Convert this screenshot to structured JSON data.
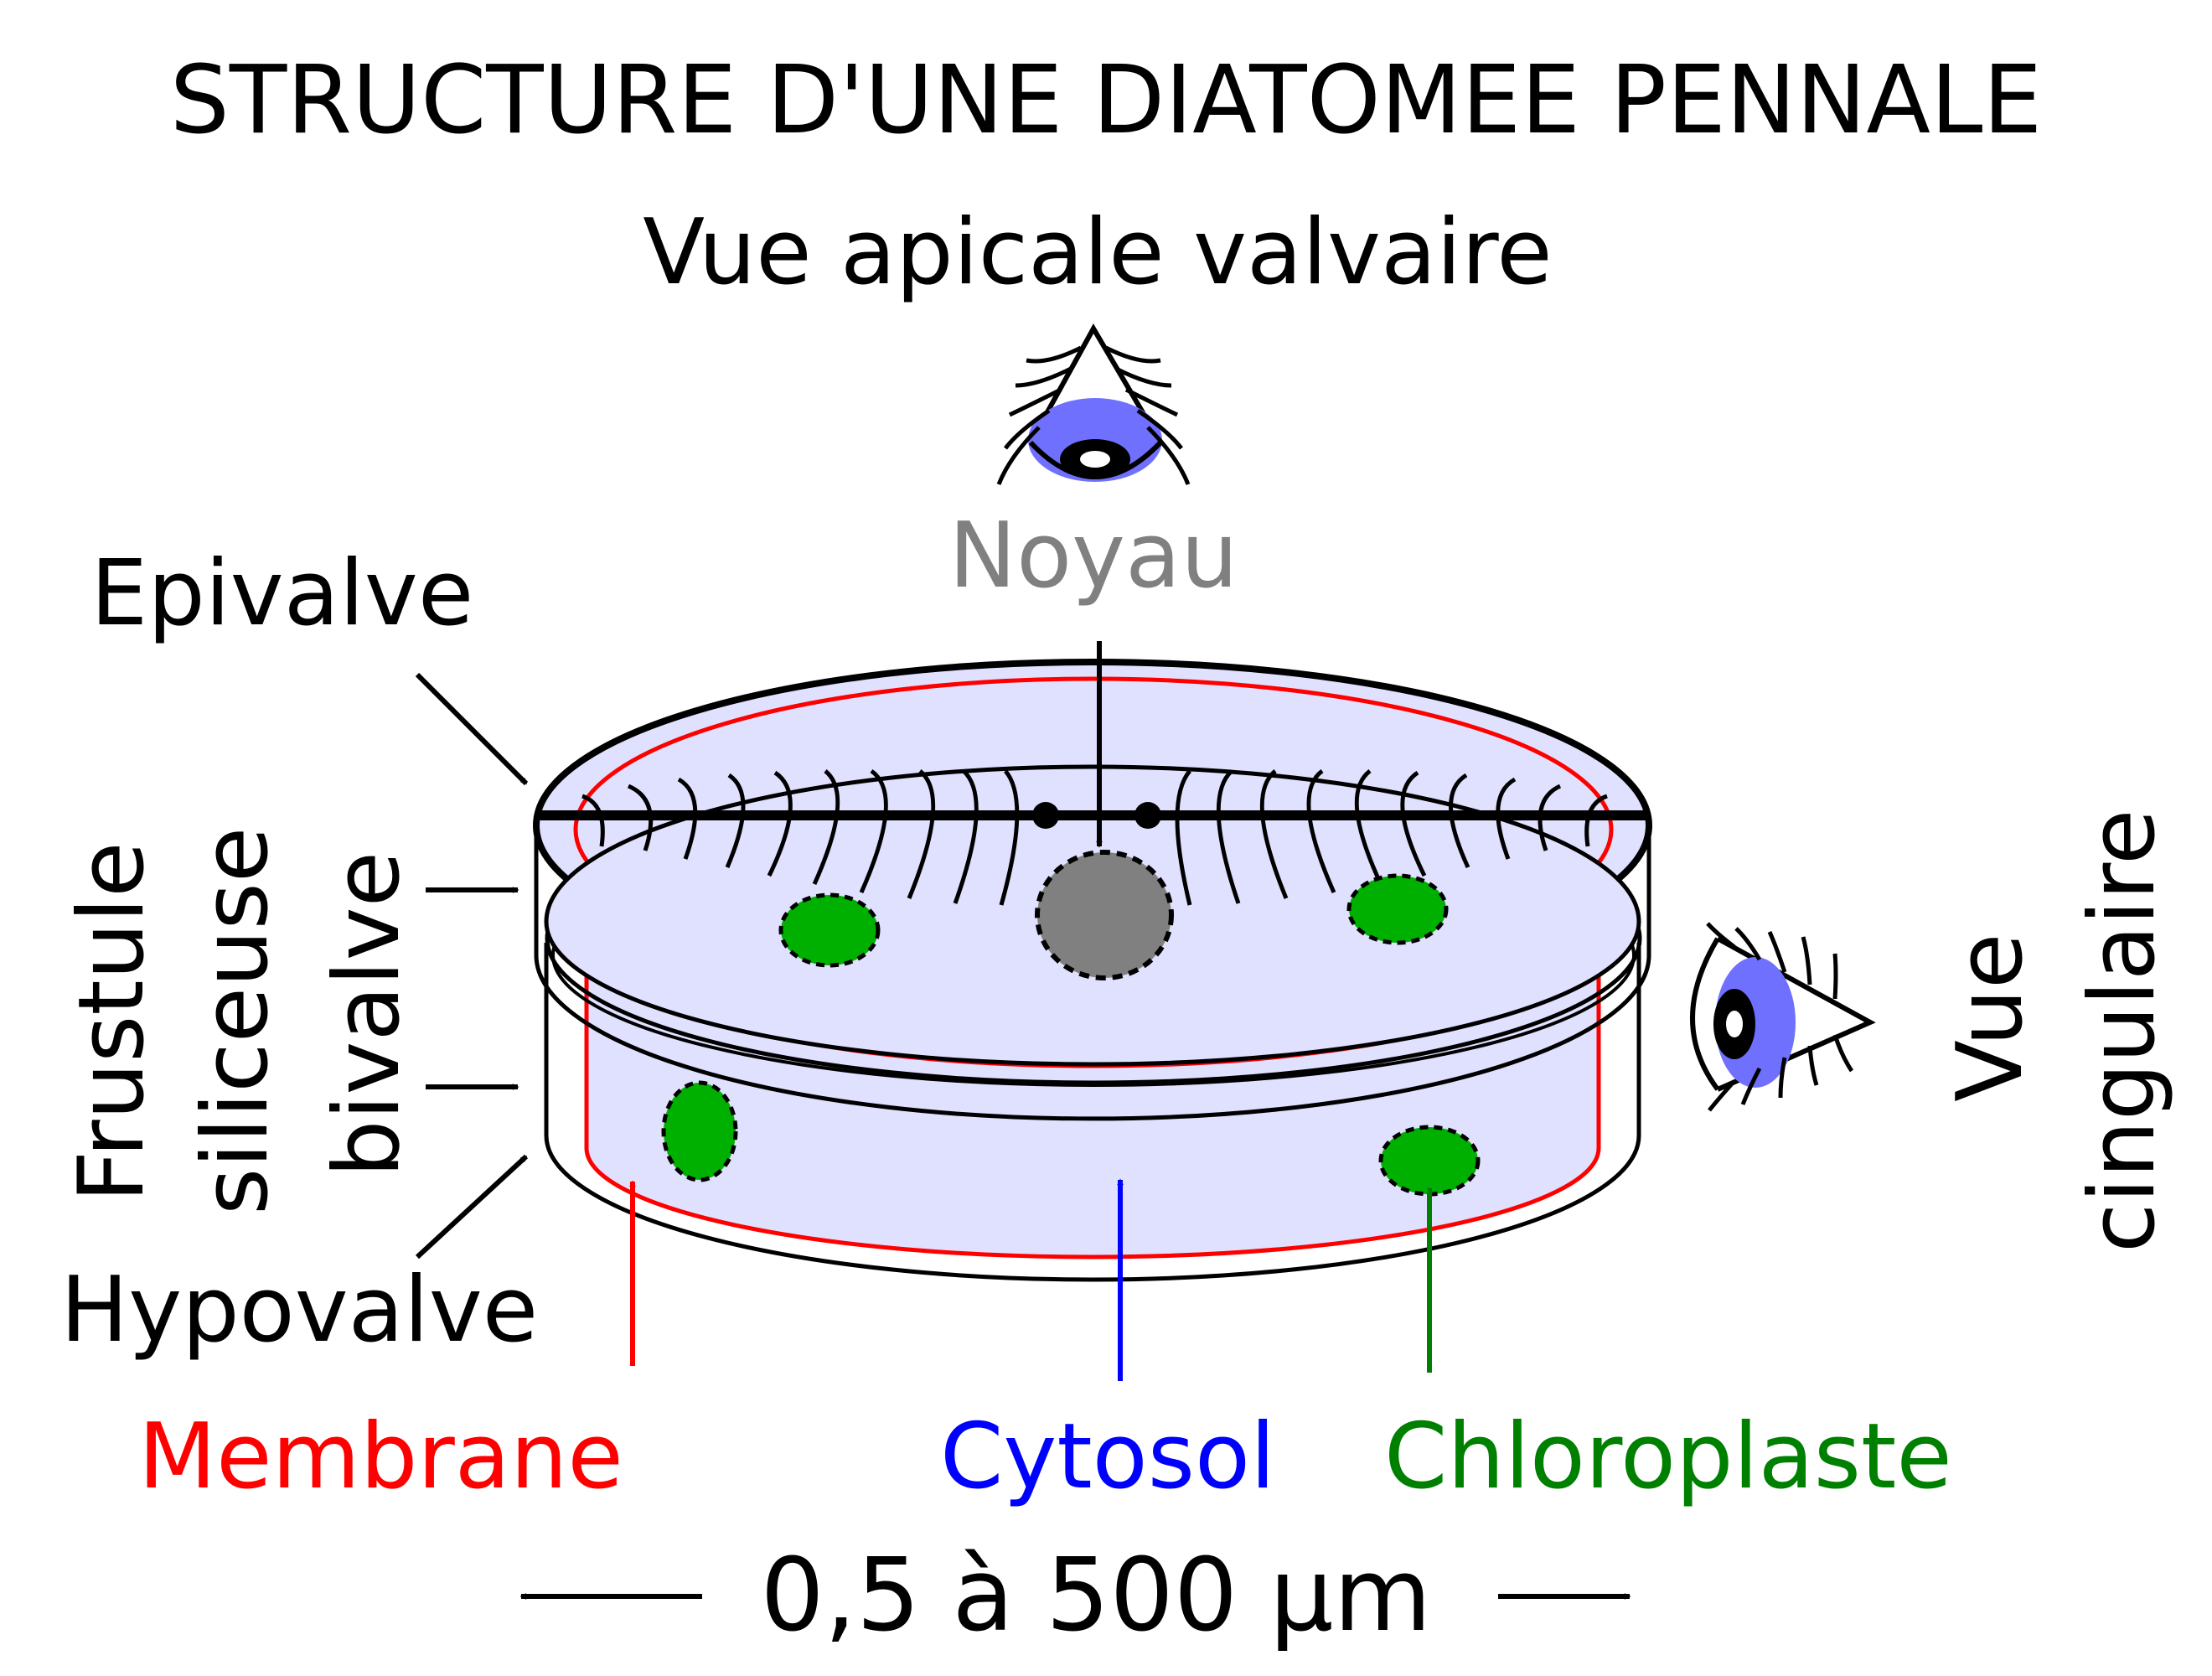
{
  "title": "STRUCTURE D'UNE DIATOMEE PENNALE",
  "labels": {
    "apical_view": "Vue apicale valvaire",
    "nucleus": "Noyau",
    "epivalve": "Epivalve",
    "frustule_line1": "Frustule",
    "frustule_line2": "siliceuse",
    "frustule_line3": "bivalve",
    "hypovalve": "Hypovalve",
    "membrane": "Membrane",
    "cytosol": "Cytosol",
    "chloroplast": "Chloroplaste",
    "girdle_view_line1": "Vue",
    "girdle_view_line2": "cingulaire",
    "size_range": "0,5 à 500 µm"
  },
  "colors": {
    "outline": "#000000",
    "membrane": "#ff0000",
    "cytosol": "#0000ff",
    "cytosol_fill": "#e0e0ff",
    "chloroplast_fill": "#00b000",
    "chloroplast_label": "#008000",
    "nucleus_fill": "#808080",
    "nucleus_label": "#808080",
    "iris": "#7070ff"
  },
  "icons": [
    "eye-icon-top",
    "eye-icon-side",
    "arrow-left-icon",
    "arrow-right-icon"
  ]
}
